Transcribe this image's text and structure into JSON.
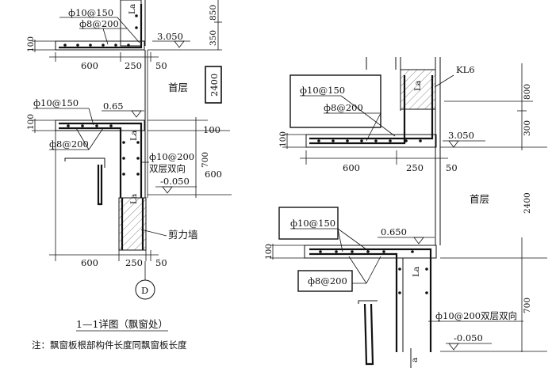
{
  "left_detail": {
    "top": {
      "rebar_main": "ф10@150",
      "rebar_dist": "ф8@200",
      "elev": "3.050",
      "dim_850": "850",
      "dim_350": "350",
      "dim_100": "100",
      "dim_600": "600",
      "dim_250": "250",
      "dim_50": "50",
      "la": "La"
    },
    "floor_label": "首层",
    "dim_2400": "2400",
    "bottom": {
      "rebar_main": "ф10@150",
      "rebar_dist": "ф8@200",
      "elev_065": "0.65",
      "dim_100_left": "100",
      "dim_100_right": "100",
      "dim_700": "700",
      "dim_600_v": "600",
      "wall_rebar": "ф10@200",
      "wall_rebar_note": "双层双向",
      "elev_neg": "-0.050",
      "la": "La",
      "la2": "La",
      "shear_wall": "剪力墙",
      "dim_600": "600",
      "dim_250": "250",
      "dim_50": "50"
    },
    "axis": "D",
    "title": "1—1详图（飘窗处）",
    "note": "注：飘窗板根部构件长度同飘窗板长度"
  },
  "right_detail": {
    "beam": "KL6",
    "la_top": "La",
    "dim_800": "800",
    "dim_300": "300",
    "top": {
      "rebar_main": "ф10@150",
      "rebar_dist": "ф8@200",
      "elev": "3.050",
      "dim_100": "100",
      "dim_600": "600",
      "dim_250": "250",
      "dim_50": "50"
    },
    "floor_label": "首层",
    "dim_2400": "2400",
    "bottom": {
      "rebar_main": "ф10@150",
      "elev": "0.650",
      "dim_100": "100",
      "rebar_dist": "ф8@200",
      "la": "La",
      "dim_700": "700",
      "wall_rebar": "ф10@200双层双向",
      "elev_neg": "-0.050",
      "la_b": "a"
    }
  }
}
